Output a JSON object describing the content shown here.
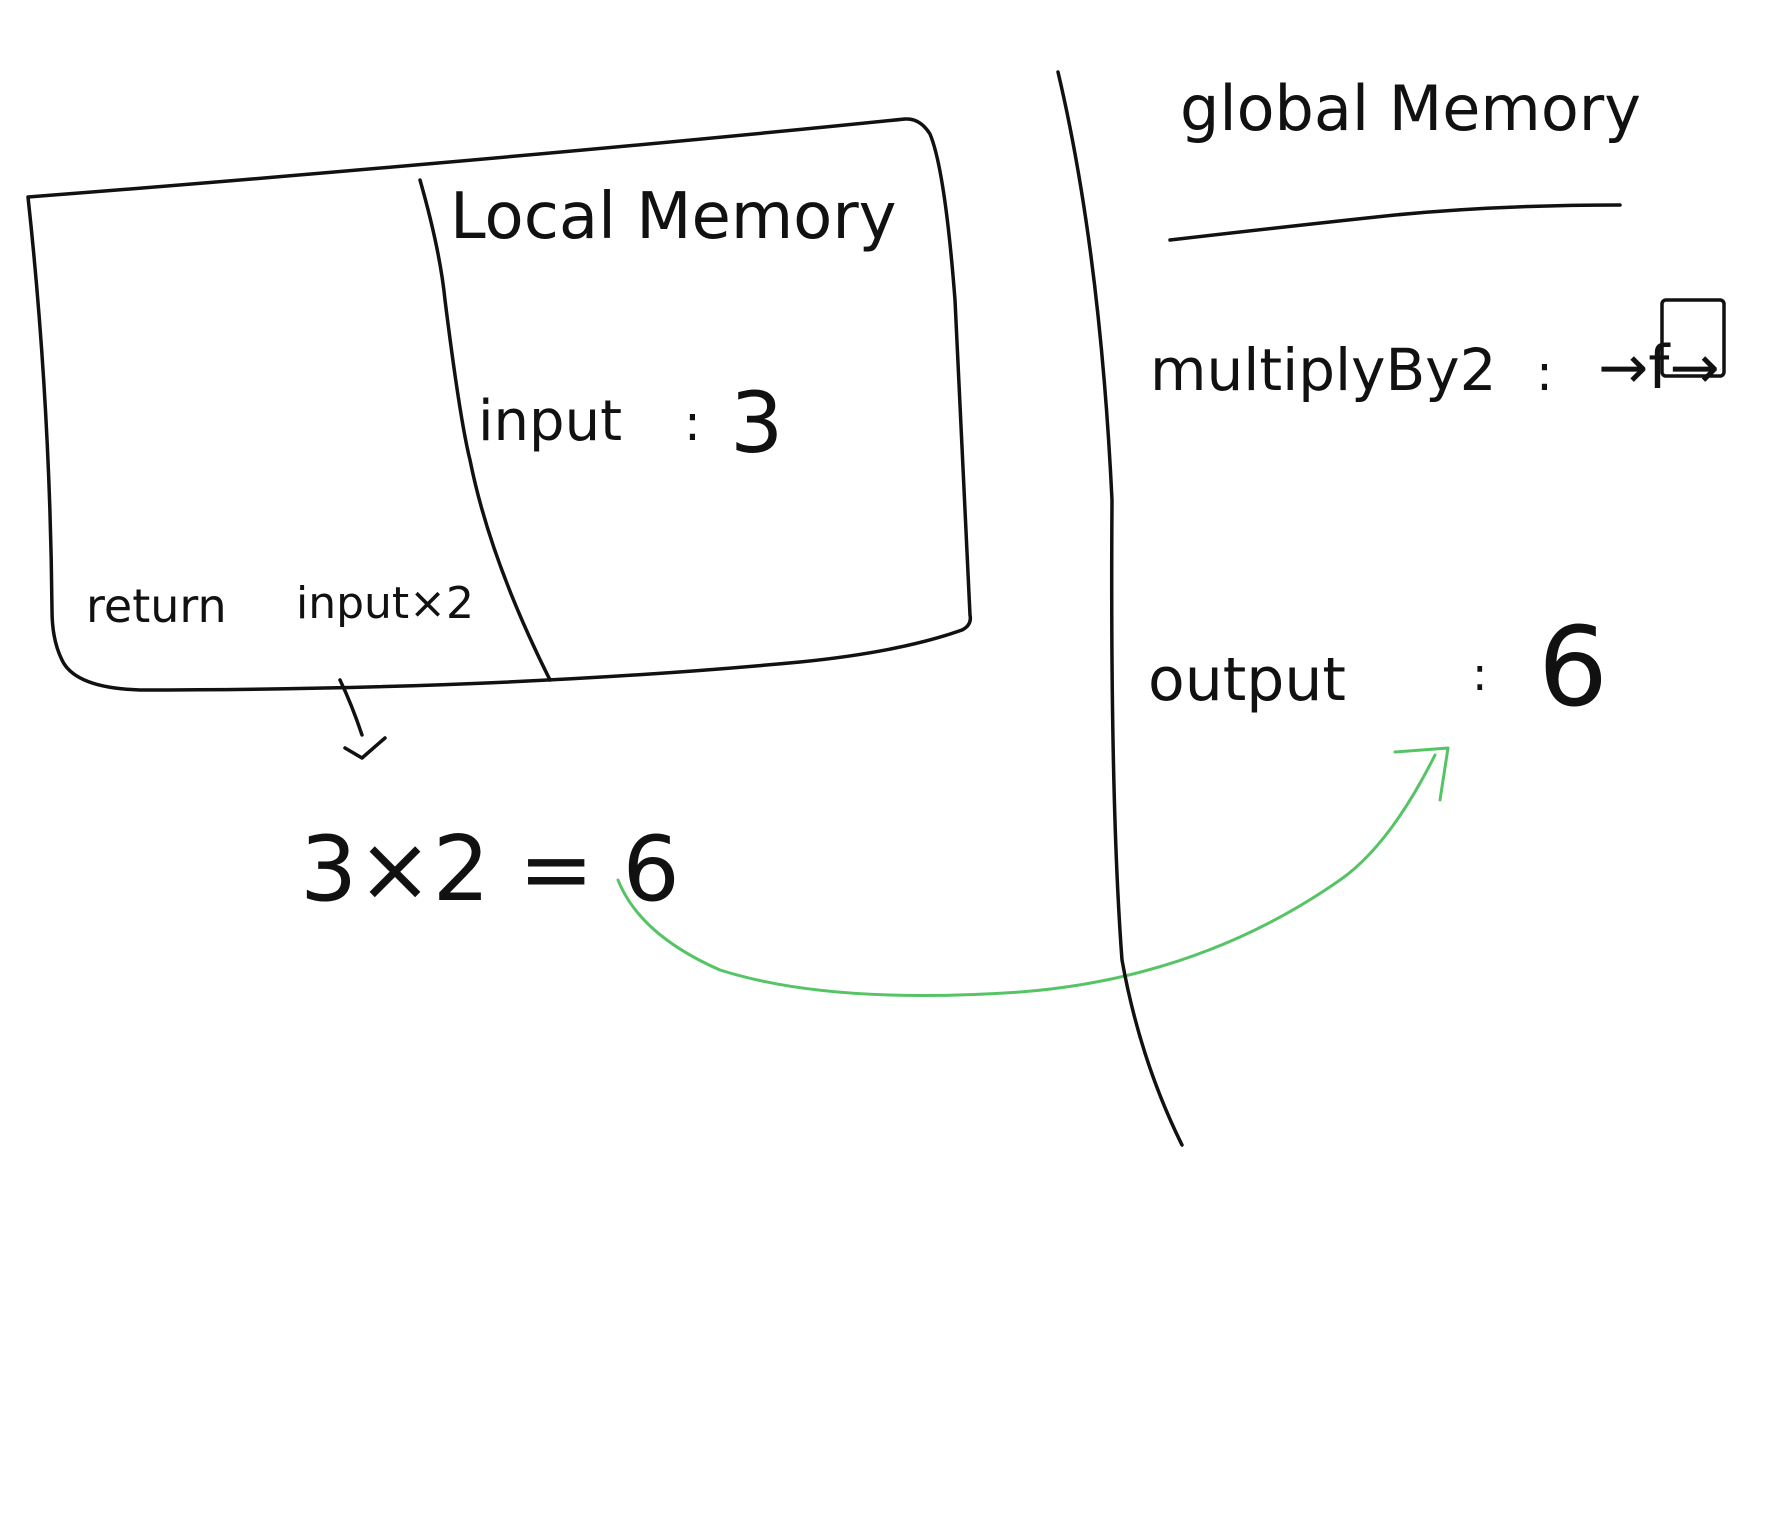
{
  "colors": {
    "ink": "#111111",
    "keyword": "#8a2fa8",
    "result": "#55c465",
    "background": "#ffffff"
  },
  "local_frame": {
    "title": "Local Memory",
    "variable": {
      "name": "input",
      "separator": ":",
      "value": "3"
    },
    "return_keyword": "return",
    "return_expression": "input×2"
  },
  "evaluation": {
    "expression": "3×2 = 6"
  },
  "global_memory": {
    "title": "global Memory",
    "entries": [
      {
        "name": "multiplyBy2",
        "separator": ":",
        "value": "→f→",
        "value_icon": "function-box-icon"
      },
      {
        "name": "output",
        "separator": ":",
        "value": "6"
      }
    ]
  }
}
